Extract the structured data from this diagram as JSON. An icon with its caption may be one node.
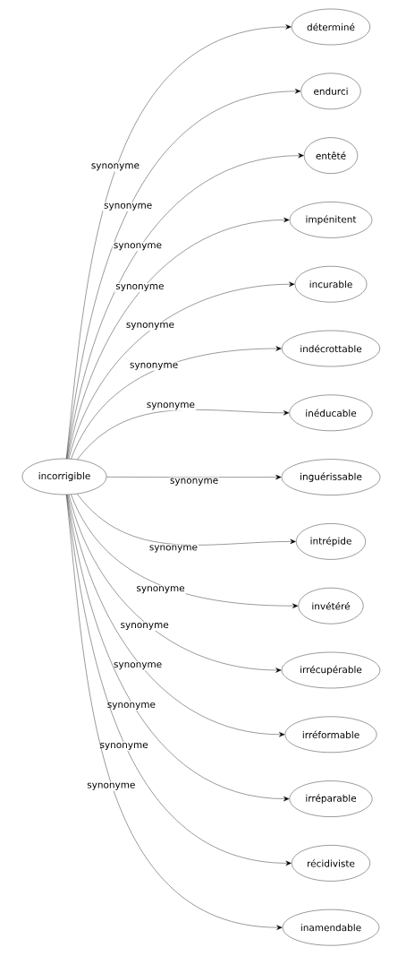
{
  "diagram": {
    "nodes": [
      {
        "text": [
          "incorrigible"
        ]
      },
      {
        "text": [
          "déterminé"
        ]
      },
      {
        "text": [
          "endurci"
        ]
      },
      {
        "text": [
          "entêté"
        ]
      },
      {
        "text": [
          "impénitent"
        ]
      },
      {
        "text": [
          "incurable"
        ]
      },
      {
        "text": [
          "indécrottable"
        ]
      },
      {
        "text": [
          "inéducable"
        ]
      },
      {
        "text": [
          "inguérissable"
        ]
      },
      {
        "text": [
          "intrépide"
        ]
      },
      {
        "text": [
          "invétéré"
        ]
      },
      {
        "text": [
          "irrécupérable"
        ]
      },
      {
        "text": [
          "irréformable"
        ]
      },
      {
        "text": [
          "irréparable"
        ]
      },
      {
        "text": [
          "récidiviste"
        ]
      },
      {
        "text": [
          "inamendable"
        ]
      }
    ],
    "edges": [
      {
        "from": 0,
        "to": 1,
        "arrow": "to",
        "label": "synonyme"
      },
      {
        "from": 0,
        "to": 2,
        "arrow": "to",
        "label": "synonyme"
      },
      {
        "from": 0,
        "to": 3,
        "arrow": "to",
        "label": "synonyme"
      },
      {
        "from": 0,
        "to": 4,
        "arrow": "to",
        "label": "synonyme"
      },
      {
        "from": 0,
        "to": 5,
        "arrow": "to",
        "label": "synonyme"
      },
      {
        "from": 0,
        "to": 6,
        "arrow": "to",
        "label": "synonyme"
      },
      {
        "from": 0,
        "to": 7,
        "arrow": "to",
        "label": "synonyme"
      },
      {
        "from": 0,
        "to": 8,
        "arrow": "to",
        "label": "synonyme"
      },
      {
        "from": 0,
        "to": 9,
        "arrow": "to",
        "label": "synonyme"
      },
      {
        "from": 0,
        "to": 10,
        "arrow": "to",
        "label": "synonyme"
      },
      {
        "from": 0,
        "to": 11,
        "arrow": "to",
        "label": "synonyme"
      },
      {
        "from": 0,
        "to": 12,
        "arrow": "to",
        "label": "synonyme"
      },
      {
        "from": 0,
        "to": 13,
        "arrow": "to",
        "label": "synonyme"
      },
      {
        "from": 0,
        "to": 14,
        "arrow": "to",
        "label": "synonyme"
      },
      {
        "from": 0,
        "to": 15,
        "arrow": "to",
        "label": "synonyme"
      }
    ]
  }
}
